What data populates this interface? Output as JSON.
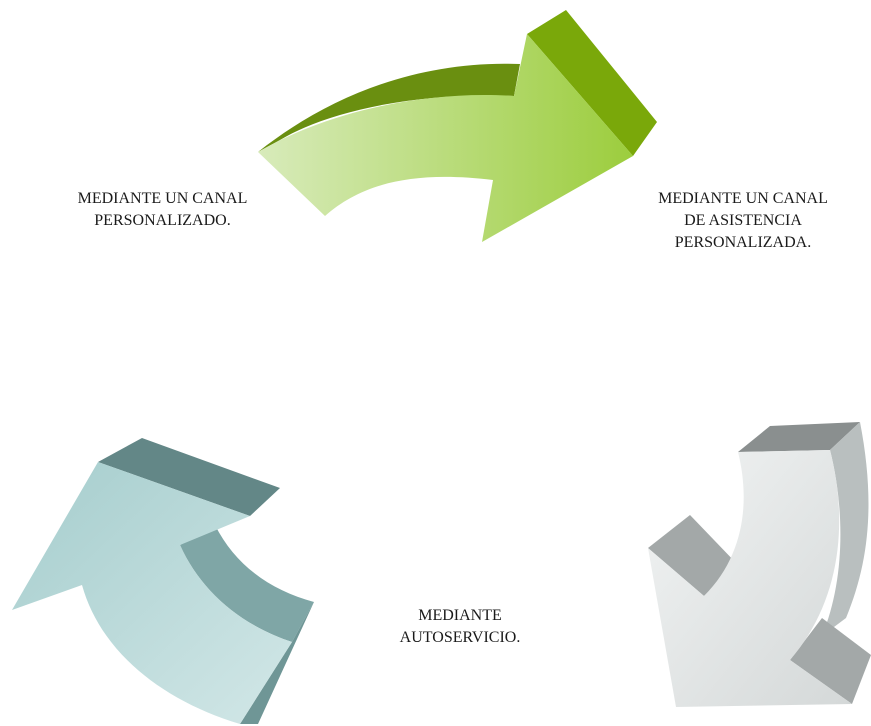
{
  "diagram": {
    "nodes": [
      {
        "id": "left",
        "lines": [
          "MEDIANTE UN CANAL",
          "PERSONALIZADO."
        ]
      },
      {
        "id": "right",
        "lines": [
          "MEDIANTE UN CANAL",
          "DE ASISTENCIA",
          "PERSONALIZADA."
        ]
      },
      {
        "id": "bottom",
        "lines": [
          "MEDIANTE",
          "AUTOSERVICIO."
        ]
      }
    ],
    "arrows": [
      {
        "id": "green",
        "from": "left",
        "to": "right",
        "color": "#8dbf2a"
      },
      {
        "id": "gray",
        "from": "right",
        "to": "bottom",
        "color": "#c9cdcd"
      },
      {
        "id": "teal",
        "from": "bottom",
        "to": "left",
        "color": "#9fc8c9"
      }
    ]
  }
}
